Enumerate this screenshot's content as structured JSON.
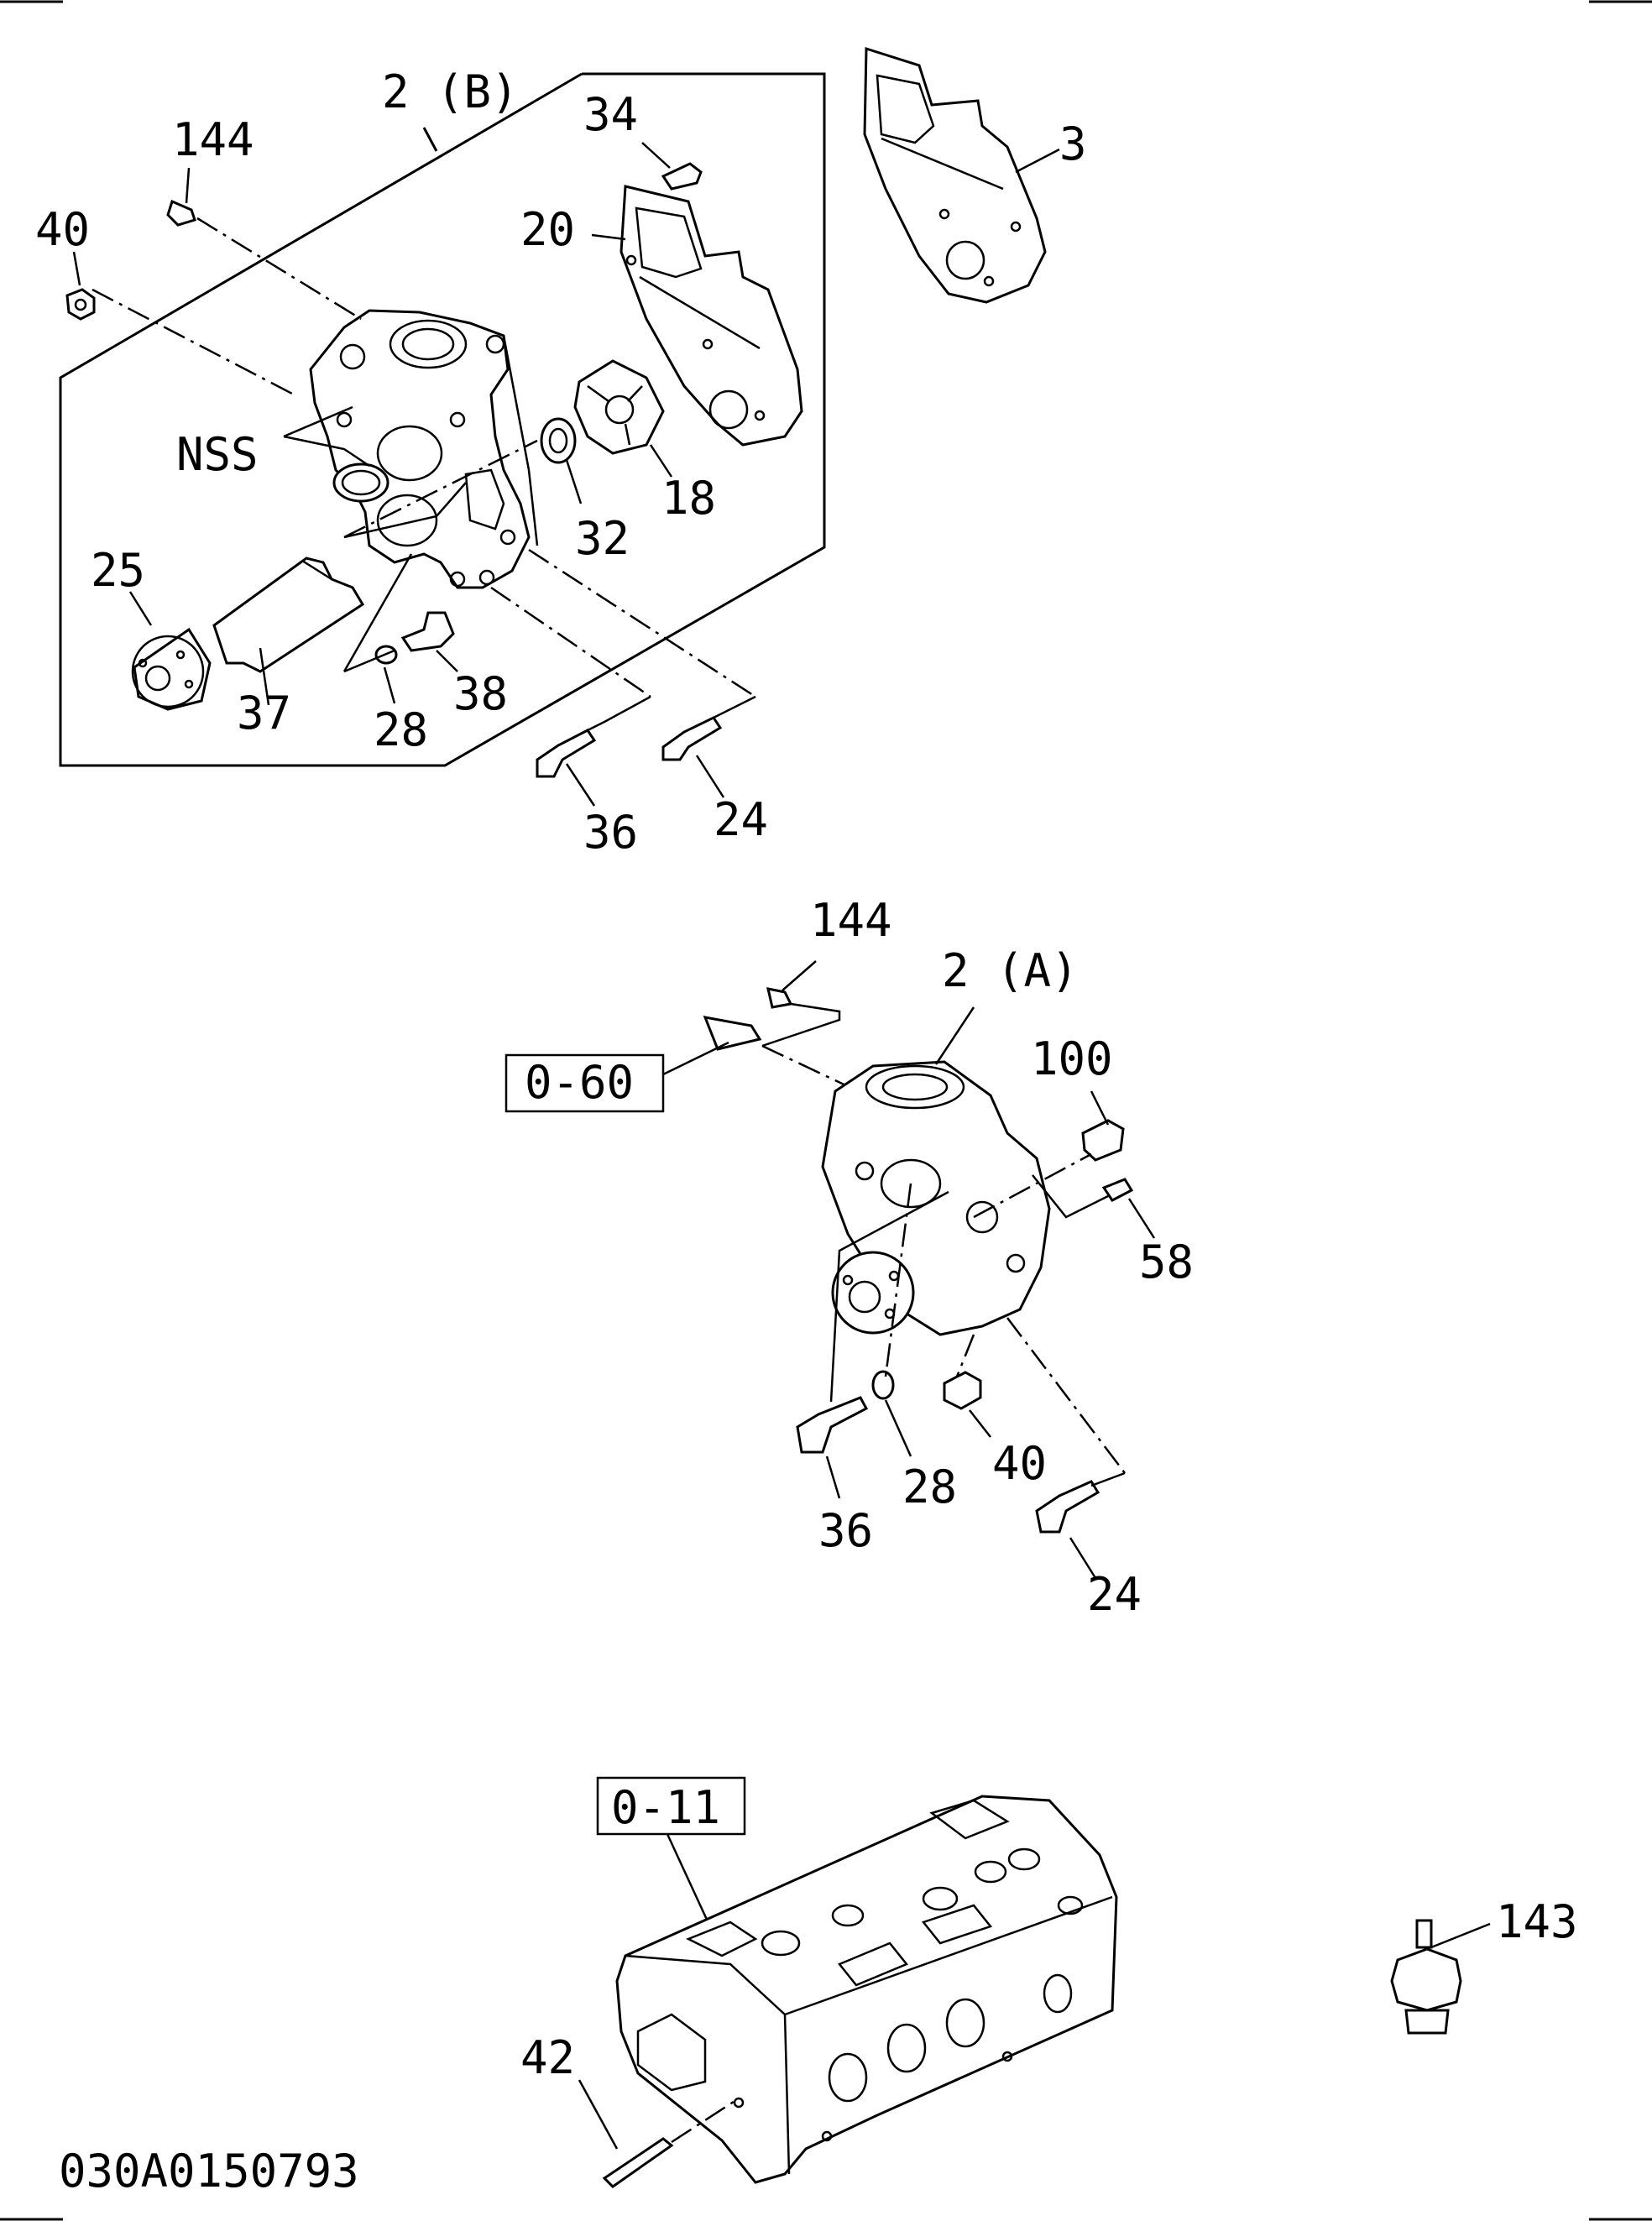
{
  "callouts": {
    "top": [
      "2 (B)",
      "144",
      "34",
      "40",
      "20",
      "3",
      "NSS",
      "18",
      "32",
      "25",
      "37",
      "28",
      "38",
      "36",
      "24"
    ],
    "middle": [
      "144",
      "2 (A)",
      "0-60",
      "100",
      "58",
      "36",
      "28",
      "40",
      "24"
    ],
    "bottom": [
      "0-11",
      "42",
      "143"
    ]
  },
  "footer": {
    "drawing_number": "030A0150793"
  }
}
